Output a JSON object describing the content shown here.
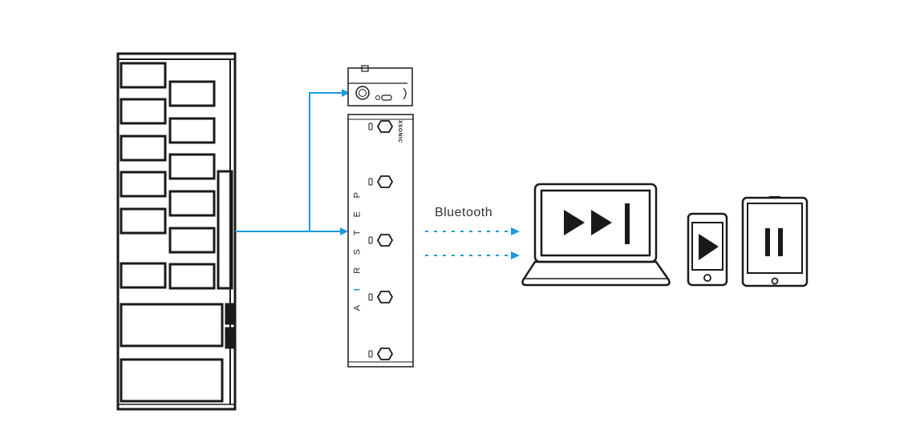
{
  "connection_label": "Bluetooth",
  "controller_brand": "XSONIC",
  "controller_name_letters": [
    "A",
    "I",
    "R",
    "S",
    "T",
    "E",
    "P"
  ],
  "colors": {
    "link_blue": "#1a9ae0",
    "outline": "#1a1a1a",
    "device_fill": "#ffffff"
  },
  "devices": {
    "pedalboard": "pedalboard",
    "controller": "footswitch-controller",
    "laptop": "laptop",
    "phone": "phone",
    "tablet": "tablet"
  },
  "screen_icons": {
    "laptop": "fast-forward-skip-icon",
    "phone": "play-icon",
    "tablet": "pause-icon"
  }
}
